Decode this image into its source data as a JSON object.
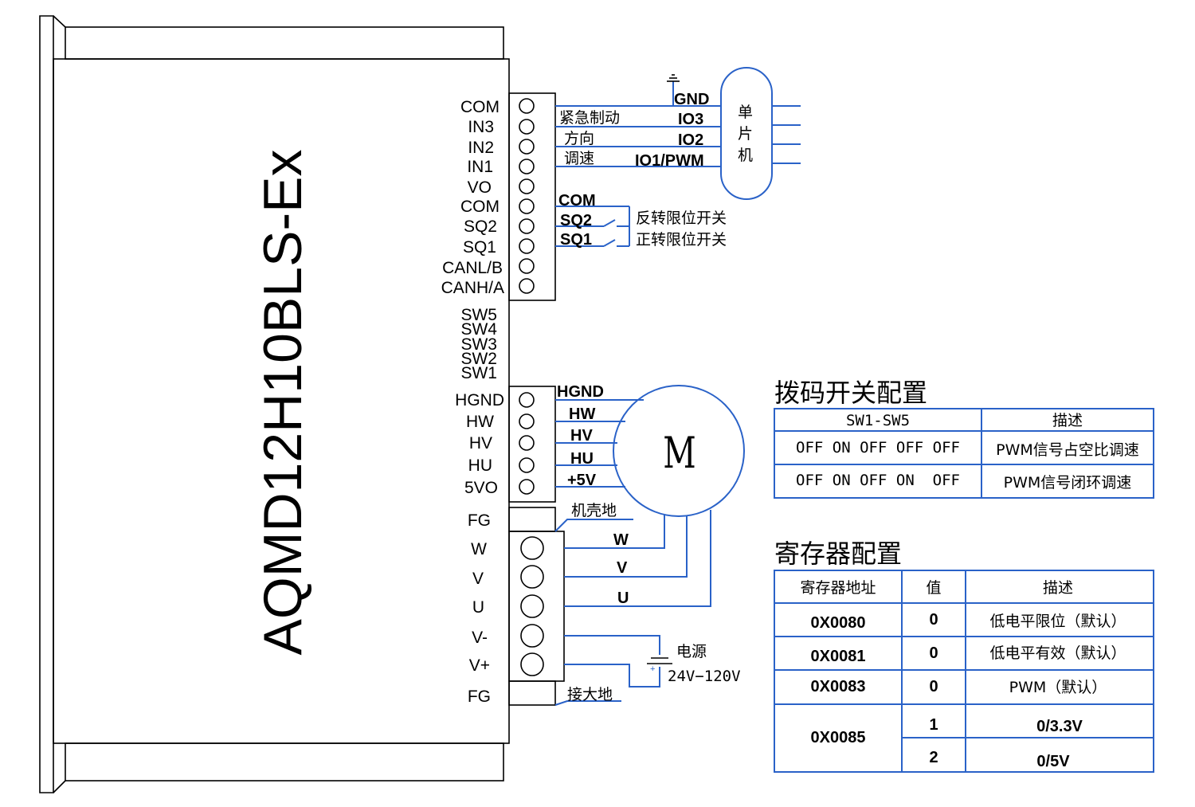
{
  "model": "AQMD12H10BLS-Ex",
  "top_pins": [
    "COM",
    "IN3",
    "IN2",
    "IN1",
    "VO",
    "COM",
    "SQ2",
    "SQ1",
    "CANL/B",
    "CANH/A"
  ],
  "dip_labels": [
    "SW5",
    "SW4",
    "SW3",
    "SW2",
    "SW1"
  ],
  "hall_pins": [
    "HGND",
    "HW",
    "HV",
    "HU",
    "5VO"
  ],
  "power_pins": [
    "FG",
    "W",
    "V",
    "U",
    "V-",
    "V+",
    "FG"
  ],
  "signal_wires": {
    "in3": "紧急制动",
    "in2": "方向",
    "in1": "调速",
    "gnd": "GND",
    "io3": "IO3",
    "io2": "IO2",
    "io1": "IO1/PWM",
    "mcu": [
      "单",
      "片",
      "机"
    ]
  },
  "limit_wires": {
    "com": "COM",
    "sq2": "SQ2",
    "sq1": "SQ1",
    "sq2_desc": "反转限位开关",
    "sq1_desc": "正转限位开关"
  },
  "hall_wires": [
    "HGND",
    "HW",
    "HV",
    "HU",
    "+5V"
  ],
  "motor_label": "M",
  "case_ground": "机壳地",
  "phase_wires": [
    "W",
    "V",
    "U"
  ],
  "power": {
    "label": "电源",
    "range": "24V−120V"
  },
  "earth": "接大地",
  "dip_table": {
    "title": "拨码开关配置",
    "headers": [
      "SW1-SW5",
      "描述"
    ],
    "rows": [
      {
        "setting": "OFF ON OFF OFF OFF",
        "desc": "PWM信号占空比调速"
      },
      {
        "setting": "OFF ON OFF ON  OFF",
        "desc": "PWM信号闭环调速"
      }
    ]
  },
  "reg_table": {
    "title": "寄存器配置",
    "headers": [
      "寄存器地址",
      "值",
      "描述"
    ],
    "rows": [
      {
        "addr": "0X0080",
        "val": "0",
        "desc": "低电平限位（默认）"
      },
      {
        "addr": "0X0081",
        "val": "0",
        "desc": "低电平有效（默认）"
      },
      {
        "addr": "0X0083",
        "val": "0",
        "desc": "PWM（默认）"
      },
      {
        "addr": "0X0085",
        "val": "1",
        "desc": "0/3.3V"
      },
      {
        "addr": "",
        "val": "2",
        "desc": "0/5V"
      }
    ]
  },
  "colors": {
    "wire": "#2a62c8",
    "outline": "#000000"
  }
}
